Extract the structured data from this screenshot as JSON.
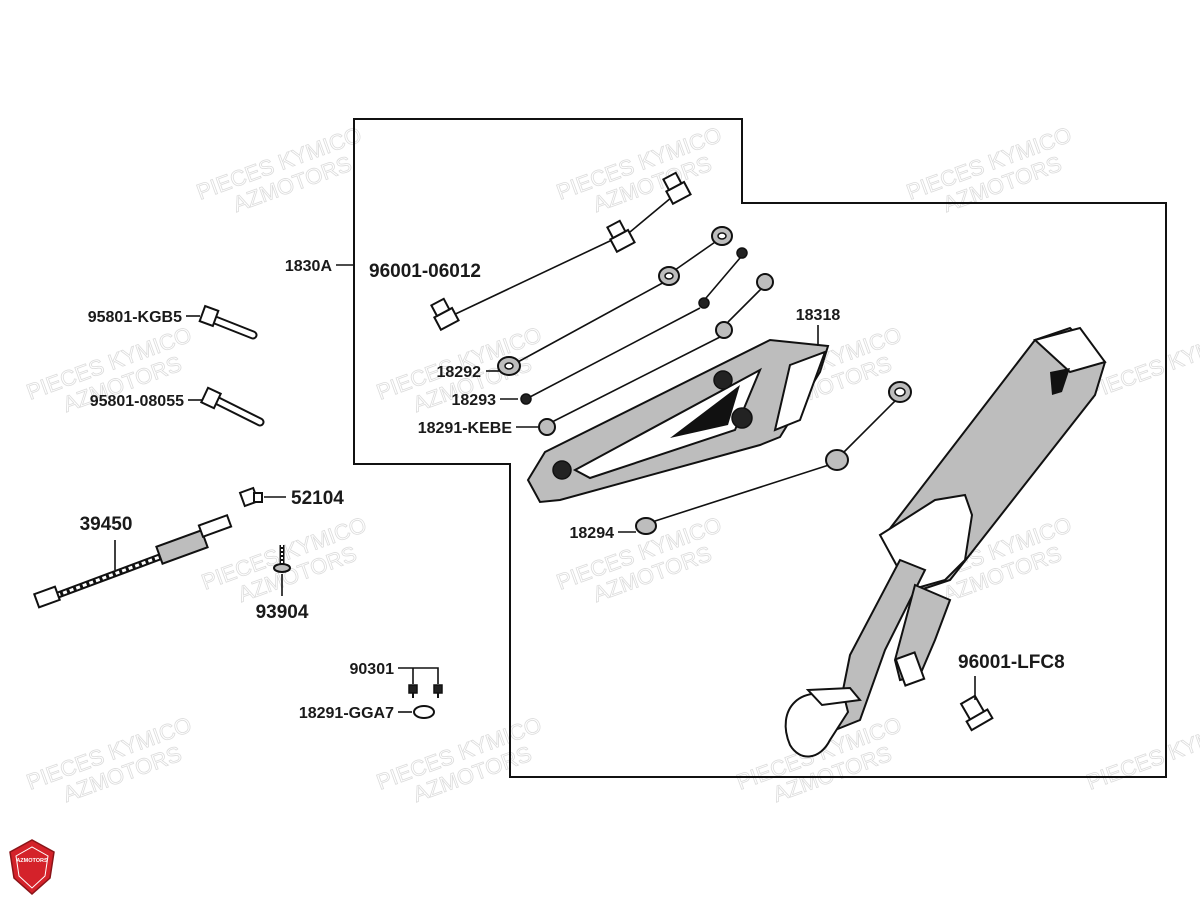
{
  "watermark": {
    "line1": "PIECES KYMICO",
    "line2": "AZMOTORS"
  },
  "logo": {
    "text": "AZMOTORS",
    "color": "#d4222a"
  },
  "colors": {
    "line": "#111111",
    "part_fill": "#bdbdbd",
    "background": "#ffffff"
  },
  "parts": {
    "p1830a": "1830A",
    "p96001_06012": "96001-06012",
    "p18292": "18292",
    "p18293": "18293",
    "p18291_kebe": "18291-KEBE",
    "p18318": "18318",
    "p18294": "18294",
    "p95801_kgb5": "95801-KGB5",
    "p95801_08055": "95801-08055",
    "p52104": "52104",
    "p39450": "39450",
    "p93904": "93904",
    "p90301": "90301",
    "p18291_gga7": "18291-GGA7",
    "p96001_lfc8": "96001-LFC8"
  }
}
